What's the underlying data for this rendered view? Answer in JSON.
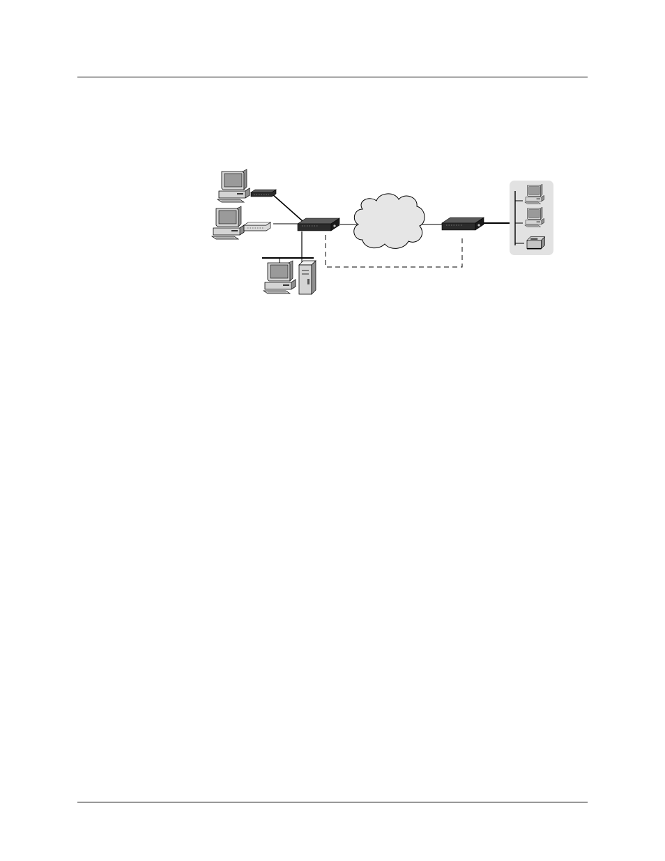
{
  "page": {
    "header_rule": true,
    "footer_rule": true
  },
  "diagram": {
    "type": "network-topology",
    "colors": {
      "line": "#000000",
      "device_dark": "#2b2b2b",
      "device_top": "#5a5a5a",
      "cloud_fill": "#e6e6e6",
      "remote_lan_bg": "#e2e2e2",
      "computer_body": "#d4d4d4",
      "computer_shade": "#8f8f8f",
      "screen": "#9a9a9a"
    },
    "nodes": [
      {
        "id": "pc-top",
        "icon": "desktop-computer-icon"
      },
      {
        "id": "modem-top",
        "icon": "modem-icon"
      },
      {
        "id": "pc-mid",
        "icon": "desktop-computer-icon"
      },
      {
        "id": "modem-mid",
        "icon": "modem-icon"
      },
      {
        "id": "lan-workstation",
        "icon": "desktop-computer-icon"
      },
      {
        "id": "lan-server",
        "icon": "tower-server-icon"
      },
      {
        "id": "router-local",
        "icon": "router-icon"
      },
      {
        "id": "wan-cloud",
        "icon": "cloud-icon"
      },
      {
        "id": "router-remote",
        "icon": "router-icon"
      },
      {
        "id": "remote-pc-1",
        "icon": "desktop-computer-icon"
      },
      {
        "id": "remote-pc-2",
        "icon": "desktop-computer-icon"
      },
      {
        "id": "remote-printer",
        "icon": "printer-icon"
      }
    ],
    "links": [
      {
        "from": "modem-top",
        "to": "router-local",
        "style": "solid"
      },
      {
        "from": "modem-mid",
        "to": "router-local",
        "style": "solid"
      },
      {
        "from": "router-local",
        "to": "lan-bus",
        "style": "solid"
      },
      {
        "from": "router-local",
        "to": "wan-cloud",
        "style": "solid"
      },
      {
        "from": "wan-cloud",
        "to": "router-remote",
        "style": "solid"
      },
      {
        "from": "router-remote",
        "to": "remote-lan",
        "style": "solid"
      },
      {
        "from": "router-local",
        "to": "router-remote",
        "style": "dashed"
      }
    ]
  }
}
